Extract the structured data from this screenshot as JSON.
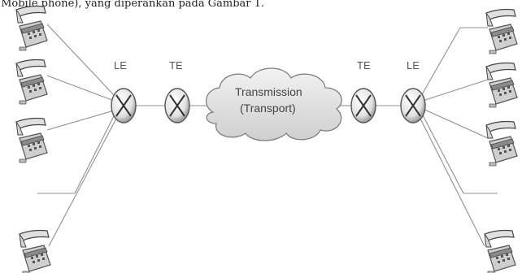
{
  "caption": "(Mobile phone), yang diperankan pada Gambar 1.",
  "nodes": {
    "left_local_exchange": "LE",
    "left_trunk_exchange": "TE",
    "right_trunk_exchange": "TE",
    "right_local_exchange": "LE"
  },
  "transmission": {
    "line1": "Transmission",
    "line2": "(Transport)"
  },
  "icons": {
    "telephone": "desk-telephone-icon",
    "exchange": "switch-crossed-circle-icon",
    "cloud": "network-cloud-icon"
  },
  "colors": {
    "line": "#8f8f8f",
    "cloud_fill": "#dcdcdc",
    "switch_fill": "#f0f0f0",
    "phone_fill": "#c8c8c8"
  }
}
